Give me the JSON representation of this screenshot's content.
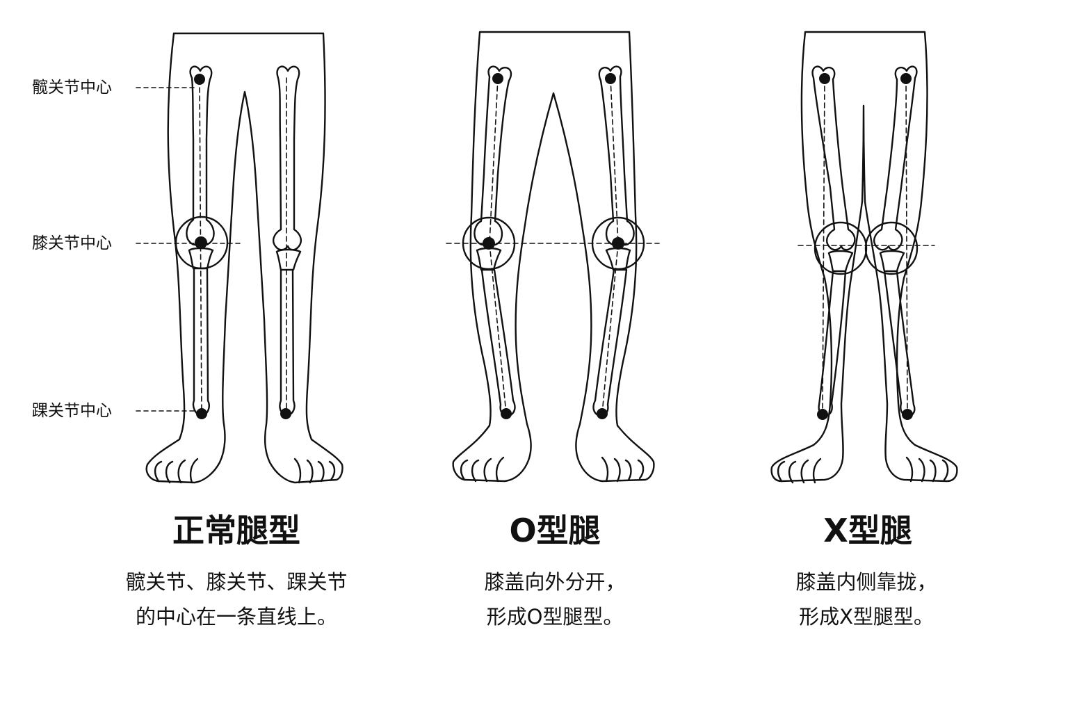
{
  "labels": {
    "hip": "髋关节中心",
    "knee": "膝关节中心",
    "ankle": "踝关节中心"
  },
  "panels": [
    {
      "id": "normal",
      "title": "正常腿型",
      "desc": [
        "髋关节、膝关节、踝关节",
        "的中心在一条直线上。"
      ]
    },
    {
      "id": "o",
      "title": "O型腿",
      "desc": [
        "膝盖向外分开，",
        "形成O型腿型。"
      ]
    },
    {
      "id": "x",
      "title": "X型腿",
      "desc": [
        "膝盖内侧靠拢，",
        "形成X型腿型。"
      ]
    }
  ],
  "colors": {
    "line": "#111111",
    "background": "#ffffff"
  }
}
